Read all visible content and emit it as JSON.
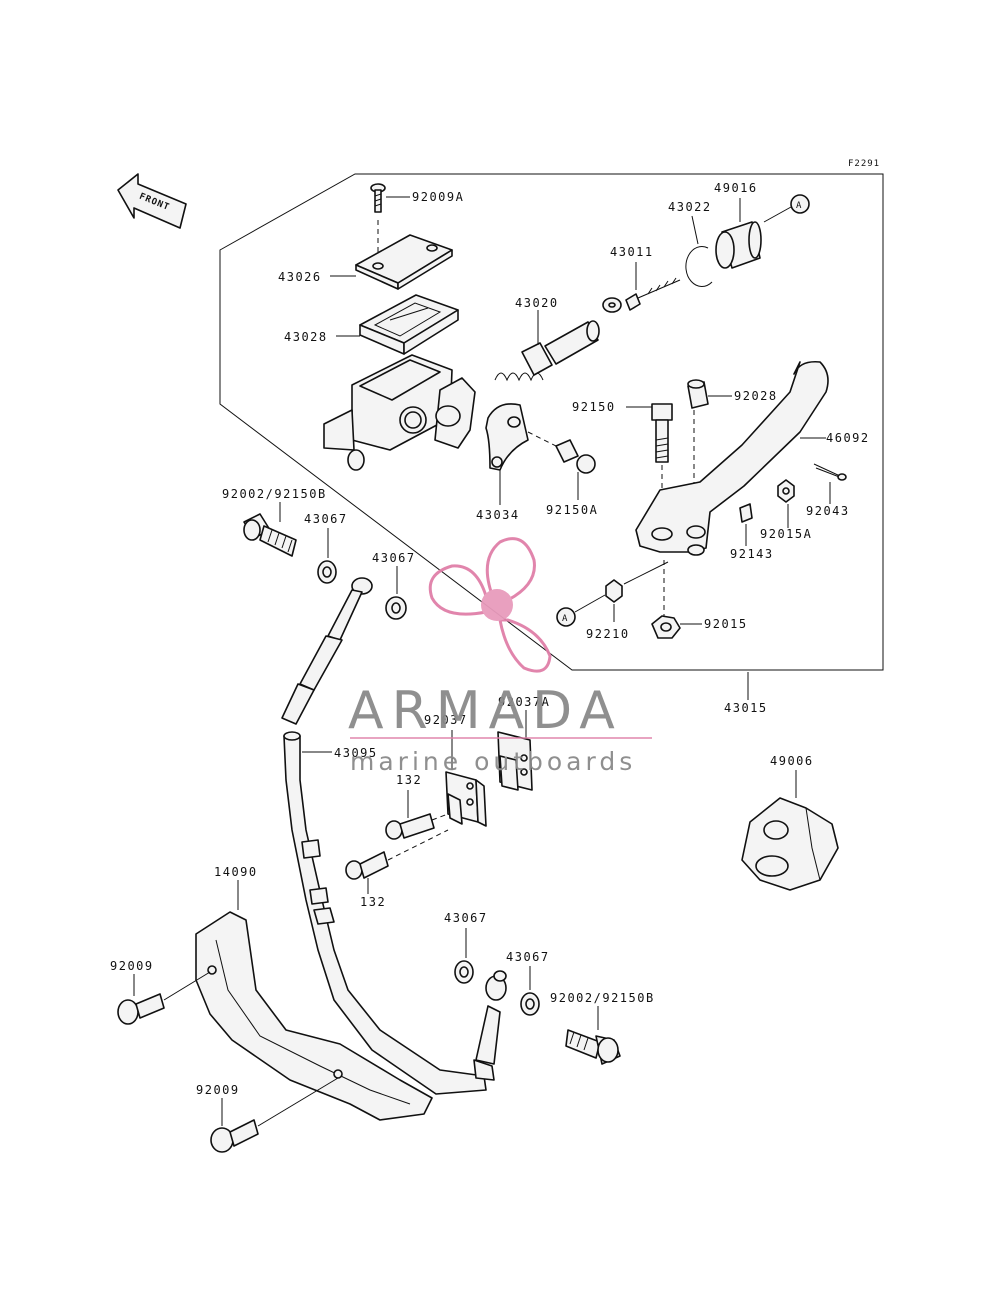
{
  "figure_code": "F2291",
  "front_label": "FRONT",
  "ref_marker": "A",
  "part_labels": {
    "p92009A": "92009A",
    "p49016": "49016",
    "p43022": "43022",
    "p43026": "43026",
    "p43011": "43011",
    "p43028": "43028",
    "p43020": "43020",
    "p92150": "92150",
    "p92028": "92028",
    "p46092": "46092",
    "p43034": "43034",
    "p92150A": "92150A",
    "p92043": "92043",
    "p92015A": "92015A",
    "p92143": "92143",
    "p92210": "92210",
    "p92015": "92015",
    "p43015": "43015",
    "p92002_top": "92002/92150B",
    "p43067_a": "43067",
    "p43067_b": "43067",
    "p43067_c": "43067",
    "p43067_d": "43067",
    "p92037": "92037",
    "p92037A": "92037A",
    "p43095": "43095",
    "p132_a": "132",
    "p132_b": "132",
    "p49006": "49006",
    "p14090": "14090",
    "p92009_a": "92009",
    "p92009_b": "92009",
    "p92002_bottom": "92002/92150B"
  },
  "watermark": {
    "brand": "ARMADA",
    "tagline": "marine outboards",
    "color_logo": "#e07fa8",
    "color_text": "#888888"
  }
}
